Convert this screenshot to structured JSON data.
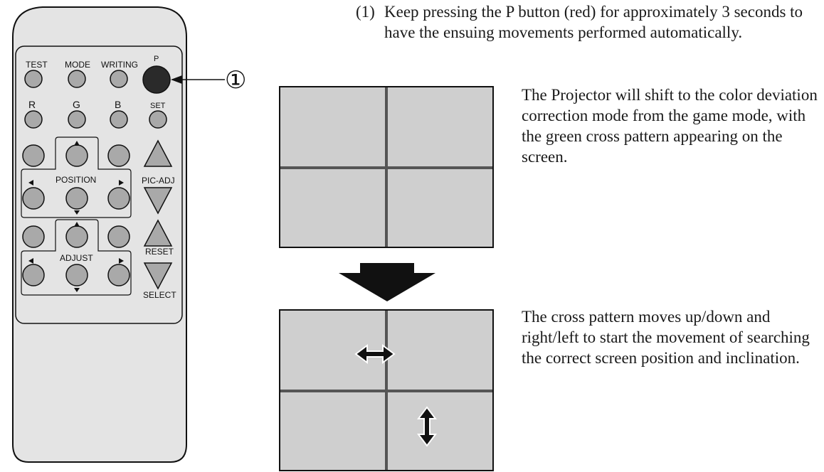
{
  "remote": {
    "buttons": {
      "test": "TEST",
      "mode": "MODE",
      "writing": "WRITING",
      "p": "P",
      "r": "R",
      "g": "G",
      "b": "B",
      "set": "SET",
      "position": "POSITION",
      "pic_adj": "PIC-ADJ",
      "adjust": "ADJUST",
      "reset": "RESET",
      "select": "SELECT"
    },
    "callout": "①",
    "p_button_color": "#2a2a2a",
    "button_color": "#a9a9a9",
    "body_color": "#e4e4e4"
  },
  "step": {
    "number": "(1)",
    "text": "Keep pressing the P button (red) for approximately 3 seconds to have the ensuing movements performed automatically."
  },
  "descriptions": {
    "first": "The Projector will shift to the color deviation correction mode from the game mode, with the green cross pattern appearing on the screen.",
    "second": "The cross pattern moves up/down and right/left to start the movement of searching the correct screen position and inclination."
  },
  "screen_color": "#cfcfcf"
}
